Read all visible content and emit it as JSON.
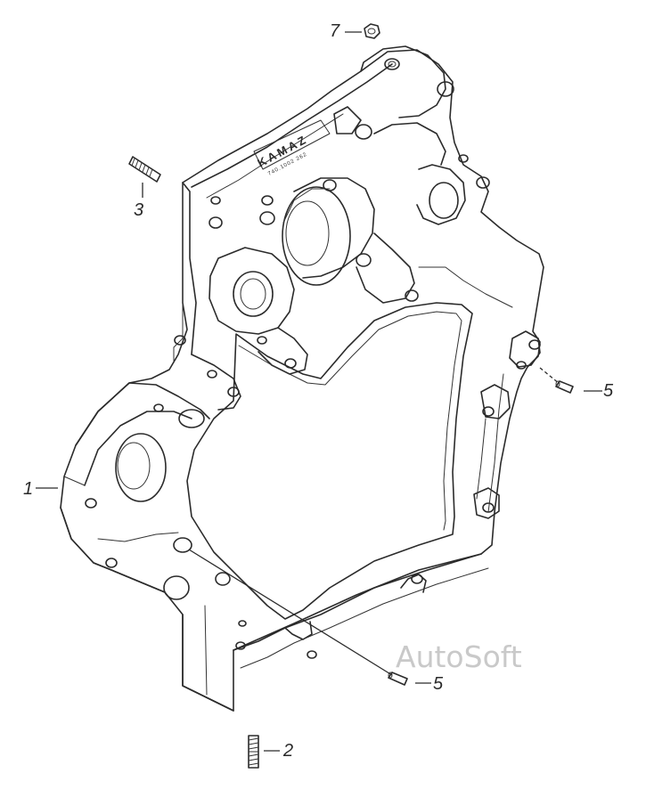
{
  "callouts": {
    "part_1": "1",
    "part_2": "2",
    "part_3": "3",
    "part_5a": "5",
    "part_5b": "5",
    "part_7": "7"
  },
  "cover_text": {
    "brand": "KAMAZ",
    "part_number": "740.1002 262"
  },
  "watermark": "AutoSoft",
  "colors": {
    "line": "#2b2b2b",
    "background": "#ffffff",
    "watermark": "#c9c9c9"
  }
}
